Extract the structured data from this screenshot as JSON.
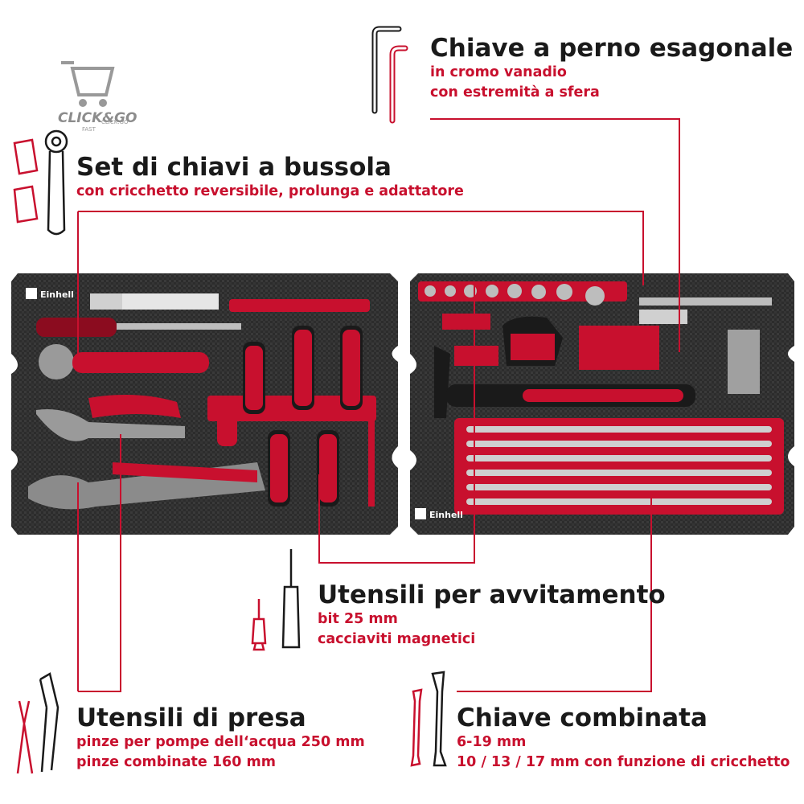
{
  "watermark": {
    "brand": "CLICK&GO",
    "sub": "FAST",
    "handle": "CLICK.GO"
  },
  "trays": {
    "brand_label": "Einhell"
  },
  "callouts": {
    "hex_key": {
      "title": "Chiave a perno esagonale",
      "lines": [
        "in cromo vanadio",
        "con estremità a sfera"
      ]
    },
    "socket_set": {
      "title": "Set di chiavi a bussola",
      "lines": [
        "con cricchetto reversibile, prolunga e adattatore"
      ]
    },
    "screwdriving": {
      "title": "Utensili per avvitamento",
      "lines": [
        "bit 25 mm",
        "cacciaviti magnetici"
      ]
    },
    "gripping": {
      "title": "Utensili di presa",
      "lines": [
        "pinze per pompe dell‘acqua 250 mm",
        "pinze combinate 160 mm"
      ]
    },
    "combination_wrench": {
      "title": "Chiave combinata",
      "lines": [
        "6-19 mm",
        "10 / 13 / 17 mm con funzione di cricchetto"
      ]
    }
  },
  "colors": {
    "accent": "#c8102e",
    "text": "#1a1a1a",
    "tray": "#2b2b2b"
  }
}
